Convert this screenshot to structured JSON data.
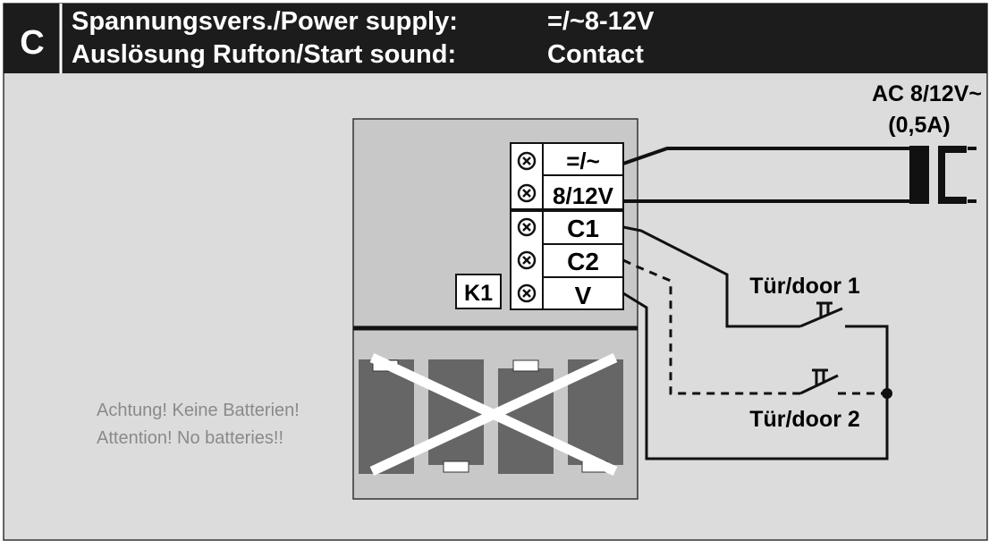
{
  "header": {
    "badge": "C",
    "line1_label": "Spannungsvers./Power supply:",
    "line1_value": "=/~8-12V",
    "line2_label": "Auslösung Rufton/Start sound:",
    "line2_value": "Contact"
  },
  "terminals": {
    "t1": "=/~",
    "t2": "8/12V",
    "t3": "C1",
    "t4": "C2",
    "t5": "V"
  },
  "k1_label": "K1",
  "transformer": {
    "line1": "AC 8/12V~",
    "line2": "(0,5A)"
  },
  "door1_label": "Tür/door 1",
  "door2_label": "Tür/door 2",
  "warning": {
    "line1": "Achtung! Keine Batterien!",
    "line2": "Attention! No batteries!!"
  },
  "colors": {
    "background": "#dcdcdc",
    "header": "#1c1c1c",
    "battery": "#666666",
    "warning_text": "#8a8a8a"
  }
}
